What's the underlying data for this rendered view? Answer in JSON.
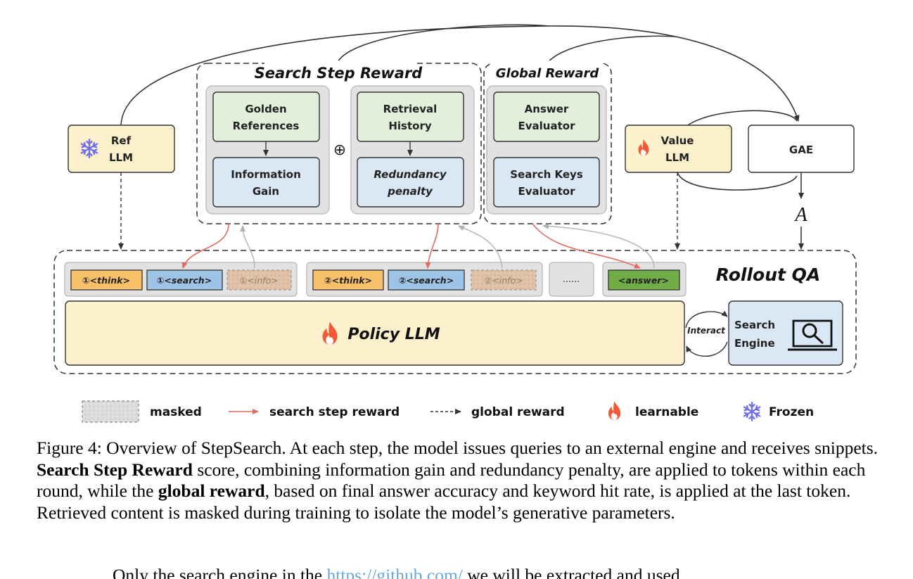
{
  "search_step_reward": {
    "title": "Search Step Reward",
    "golden_references": [
      "Golden",
      "References"
    ],
    "information_gain": [
      "Information",
      "Gain"
    ],
    "oplus": "⊕",
    "retrieval_history": [
      "Retrieval",
      "History"
    ],
    "redundancy_penalty": [
      "Redundancy",
      "penalty"
    ]
  },
  "global_reward": {
    "title": "Global Reward",
    "answer_evaluator": [
      "Answer",
      "Evaluator"
    ],
    "search_keys_evaluator": [
      "Search Keys",
      "Evaluator"
    ]
  },
  "ref_llm": [
    "Ref",
    "LLM"
  ],
  "value_llm": [
    "Value",
    "LLM"
  ],
  "gae": "GAE",
  "advantage": "A",
  "rollout": {
    "title": "Rollout QA",
    "round1": {
      "think": "①<think>",
      "search": "①<search>",
      "info": "①<info>"
    },
    "round2": {
      "think": "②<think>",
      "search": "②<search>",
      "info": "②<info>"
    },
    "ellipsis": "......",
    "answer": "<answer>",
    "policy_llm": "Policy LLM",
    "interact": "Interact",
    "search_engine": [
      "Search",
      "Engine"
    ]
  },
  "legend": {
    "masked": "masked",
    "search_step_reward": "search step reward",
    "global_reward": "global reward",
    "learnable": "learnable",
    "frozen": "Frozen"
  },
  "colors": {
    "green_box": "#e2efda",
    "blue_box": "#dae8f5",
    "yellow_box": "#fdf0cc",
    "green_tag": "#70ad47",
    "orange_tag": "#f9c06a",
    "blue_tag": "#9dc3e6",
    "masked_tag": "#e0c1a6",
    "red_arrow": "#e26b5e",
    "grey_arrow": "#b9b9b9",
    "panel_grey": "#e2e2e2",
    "frozen_icon": "#6f6fe8",
    "fire_icon": "#f25a35"
  },
  "caption": {
    "p1": "Figure 4: Overview of StepSearch. At each step, the model issues queries to an external engine and receives snippets. ",
    "b1": "Search Step Reward",
    "p2": " score, combining information gain and redundancy penalty, are applied to tokens within each round, while the ",
    "b2": "global reward",
    "p3": ", based on final answer accuracy and keyword hit rate, is applied at the last token. Retrieved content is masked during training to isolate the model’s generative parameters."
  },
  "body_line": {
    "pre": "Only the search engine in the",
    "link": "https://github.com/",
    "post": "we will be extracted and used"
  }
}
